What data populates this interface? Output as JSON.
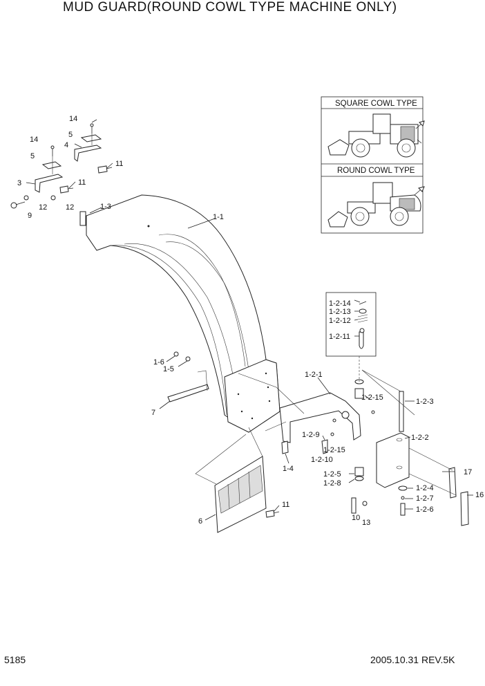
{
  "header": {
    "title": "MUD GUARD(ROUND COWL TYPE MACHINE ONLY)"
  },
  "footer": {
    "page_number": "5185",
    "revision": "2005.10.31  REV.5K"
  },
  "inset": {
    "square_label": "SQUARE COWL TYPE",
    "round_label": "ROUND COWL TYPE"
  },
  "labels": {
    "p14a": "14",
    "p5a": "5",
    "p4": "4",
    "p11a": "11",
    "p14b": "14",
    "p5b": "5",
    "p3": "3",
    "p11b": "11",
    "p12a": "12",
    "p12b": "12",
    "p9": "9",
    "p1_3": "1-3",
    "p1_1": "1-1",
    "p1_6": "1-6",
    "p1_5": "1-5",
    "p7": "7",
    "p1_2_14": "1-2-14",
    "p1_2_13": "1-2-13",
    "p1_2_12": "1-2-12",
    "p1_2_11": "1-2-11",
    "p1_2_1": "1-2-1",
    "p1_2_15a": "1-2-15",
    "p1_2_3": "1-2-3",
    "p1_2_9": "1-2-9",
    "p1_2_15b": "1-2-15",
    "p1_2_10": "1-2-10",
    "p1_2_2": "1-2-2",
    "p1_4": "1-4",
    "p1_2_5": "1-2-5",
    "p1_2_8": "1-2-8",
    "p17": "17",
    "p1_2_4": "1-2-4",
    "p1_2_7": "1-2-7",
    "p16": "16",
    "p1_2_6": "1-2-6",
    "p11c": "11",
    "p6": "6",
    "p10": "10",
    "p13": "13"
  }
}
